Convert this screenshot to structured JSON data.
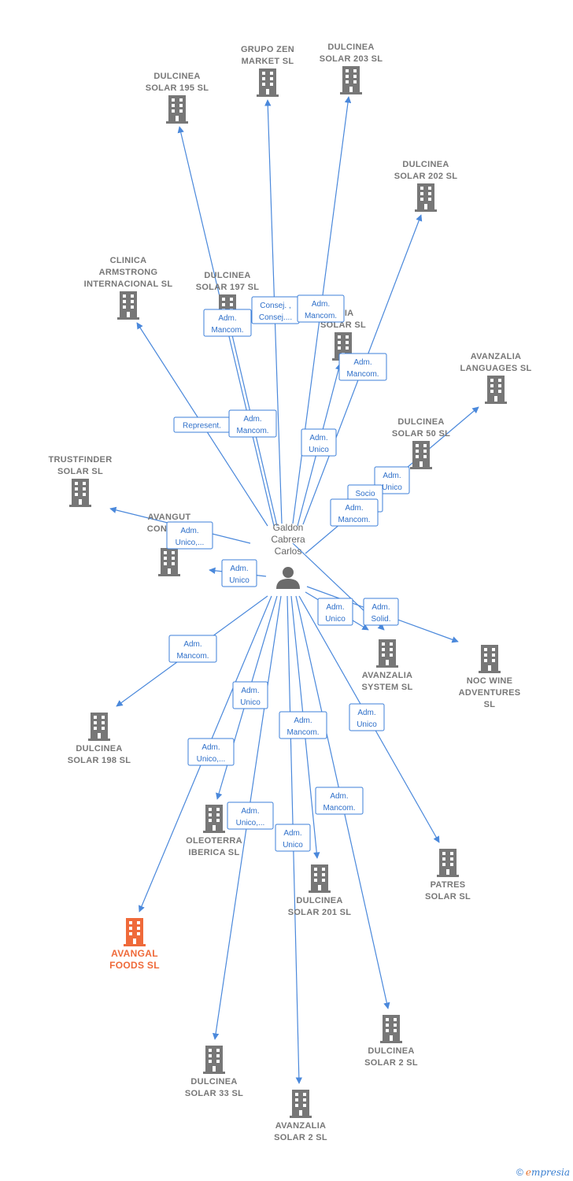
{
  "center": {
    "label": [
      "Galdon",
      "Cabrera",
      "Carlos"
    ]
  },
  "colors": {
    "edge": "#4a88db",
    "node": "#777777",
    "focus": "#ef6a3a"
  },
  "nodes": [
    {
      "id": "grupo_zen",
      "label": [
        "GRUPO ZEN",
        "MARKET  SL"
      ]
    },
    {
      "id": "dulcinea_203",
      "label": [
        "DULCINEA",
        "SOLAR 203 SL"
      ]
    },
    {
      "id": "dulcinea_195",
      "label": [
        "DULCINEA",
        "SOLAR 195 SL"
      ]
    },
    {
      "id": "dulcinea_202",
      "label": [
        "DULCINEA",
        "SOLAR 202 SL"
      ]
    },
    {
      "id": "clinica",
      "label": [
        "CLINICA",
        "ARMSTRONG",
        "INTERNACIONAL SL"
      ]
    },
    {
      "id": "dulcinea_197",
      "label": [
        "DULCINEA",
        "SOLAR 197 SL"
      ]
    },
    {
      "id": "avanzalia_solar",
      "label": [
        "ALIA",
        "SOLAR SL"
      ]
    },
    {
      "id": "avanzalia_languages",
      "label": [
        "AVANZALIA",
        "LANGUAGES SL"
      ]
    },
    {
      "id": "dulcinea_50",
      "label": [
        "DULCINEA",
        "SOLAR 50 SL"
      ]
    },
    {
      "id": "trustfinder",
      "label": [
        "TRUSTFINDER",
        "SOLAR SL"
      ]
    },
    {
      "id": "avangut",
      "label": [
        "AVANGUT",
        "CONSTRU",
        "S"
      ]
    },
    {
      "id": "avanzalia_system",
      "label": [
        "AVANZALIA",
        "SYSTEM SL"
      ]
    },
    {
      "id": "noc_wine",
      "label": [
        "NOC WINE",
        "ADVENTURES",
        "SL"
      ]
    },
    {
      "id": "dulcinea_198",
      "label": [
        "DULCINEA",
        "SOLAR 198 SL"
      ]
    },
    {
      "id": "oleoterra",
      "label": [
        "OLEOTERRA",
        "IBERICA SL"
      ]
    },
    {
      "id": "dulcinea_201",
      "label": [
        "DULCINEA",
        "SOLAR 201 SL"
      ]
    },
    {
      "id": "patres",
      "label": [
        "PATRES",
        "SOLAR SL"
      ]
    },
    {
      "id": "avangal",
      "label": [
        "AVANGAL",
        "FOODS  SL"
      ],
      "focus": true
    },
    {
      "id": "dulcinea_2",
      "label": [
        "DULCINEA",
        "SOLAR 2 SL"
      ]
    },
    {
      "id": "dulcinea_33",
      "label": [
        "DULCINEA",
        "SOLAR 33  SL"
      ]
    },
    {
      "id": "avanzalia_solar2",
      "label": [
        "AVANZALIA",
        "SOLAR 2  SL"
      ]
    }
  ],
  "edge_labels": [
    {
      "id": "l_consej",
      "text": [
        "Consej. ,",
        "Consej...."
      ]
    },
    {
      "id": "l_203",
      "text": [
        "Adm.",
        "Mancom."
      ]
    },
    {
      "id": "l_195",
      "text": [
        "Adm.",
        "Mancom."
      ]
    },
    {
      "id": "l_solar",
      "text": [
        "Adm.",
        "Mancom."
      ]
    },
    {
      "id": "l_rep",
      "text": [
        "Represent."
      ]
    },
    {
      "id": "l_197",
      "text": [
        "Adm.",
        "Mancom."
      ]
    },
    {
      "id": "l_202",
      "text": [
        "Adm.",
        "Unico"
      ]
    },
    {
      "id": "l_lang",
      "text": [
        "Adm.",
        "Unico"
      ]
    },
    {
      "id": "l_50a",
      "text": [
        "Socio",
        "Único"
      ]
    },
    {
      "id": "l_50b",
      "text": [
        "Adm.",
        "Mancom."
      ]
    },
    {
      "id": "l_avangut",
      "text": [
        "Adm.",
        "Unico,..."
      ]
    },
    {
      "id": "l_trust",
      "text": [
        "Adm.",
        "Unico"
      ]
    },
    {
      "id": "l_system1",
      "text": [
        "Adm.",
        "Unico"
      ]
    },
    {
      "id": "l_system2",
      "text": [
        "Adm.",
        "Solid."
      ]
    },
    {
      "id": "l_198",
      "text": [
        "Adm.",
        "Mancom."
      ]
    },
    {
      "id": "l_oleo",
      "text": [
        "Adm.",
        "Unico"
      ]
    },
    {
      "id": "l_201",
      "text": [
        "Adm.",
        "Mancom."
      ]
    },
    {
      "id": "l_patres",
      "text": [
        "Adm.",
        "Unico"
      ]
    },
    {
      "id": "l_avangal",
      "text": [
        "Adm.",
        "Unico,..."
      ]
    },
    {
      "id": "l_2",
      "text": [
        "Adm.",
        "Mancom."
      ]
    },
    {
      "id": "l_33",
      "text": [
        "Adm.",
        "Unico,..."
      ]
    },
    {
      "id": "l_s2",
      "text": [
        "Adm.",
        "Unico"
      ]
    }
  ],
  "footer": {
    "copyright": "©",
    "brand_initial": "e",
    "brand_rest": "mpresia"
  }
}
